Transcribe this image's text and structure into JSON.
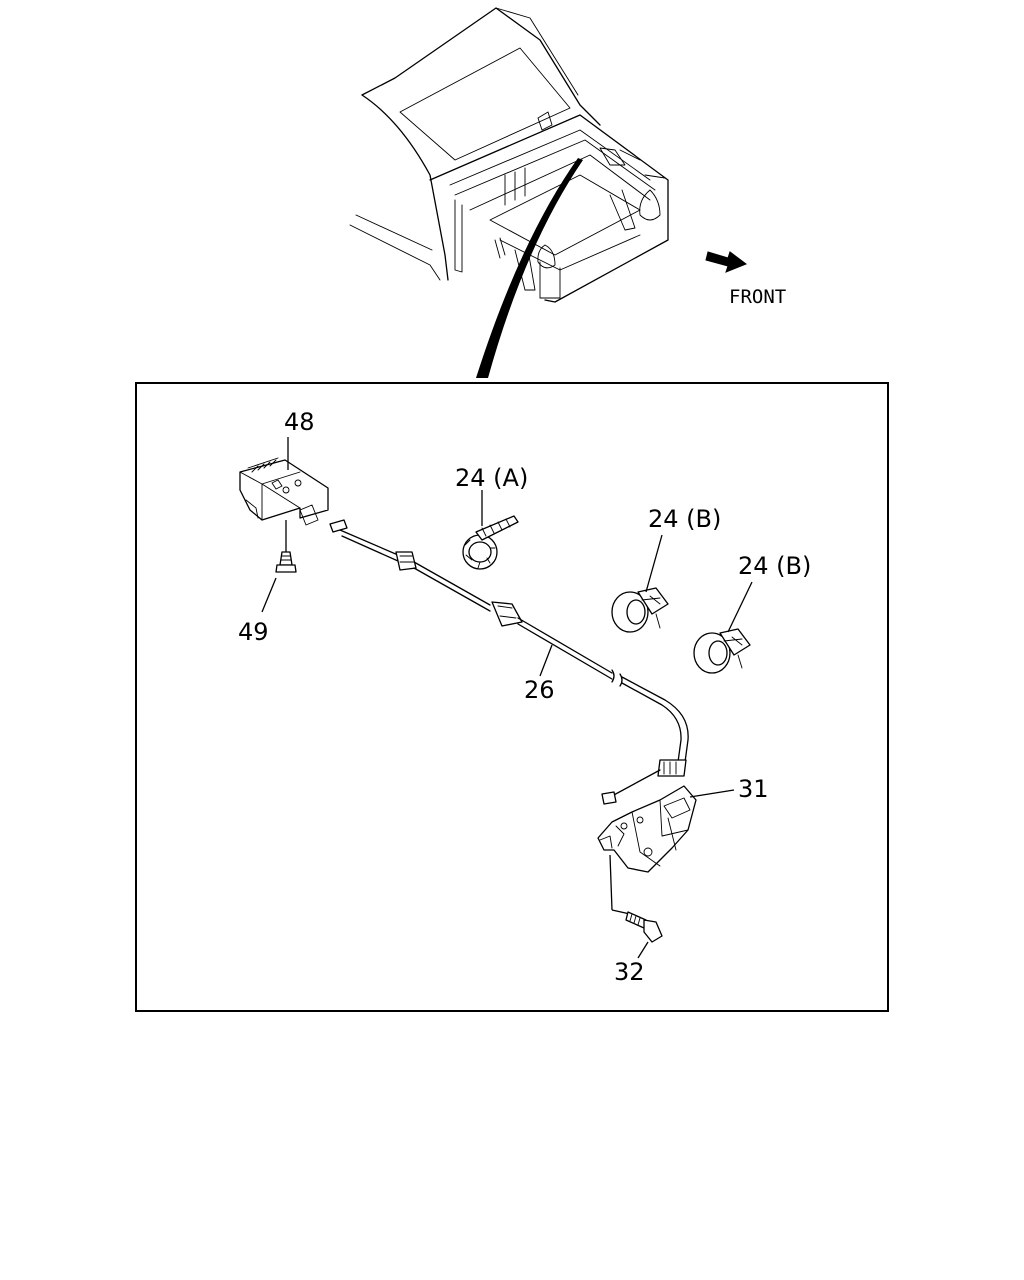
{
  "orientation_label": "FRONT",
  "callouts": {
    "p48": "48",
    "p49": "49",
    "p24a": "24 (A)",
    "p24b_1": "24 (B)",
    "p24b_2": "24 (B)",
    "p26": "26",
    "p31": "31",
    "p32": "32"
  },
  "colors": {
    "line": "#000000",
    "background": "#ffffff"
  },
  "icons": {
    "front_arrow": "arrow-right-down-icon"
  }
}
